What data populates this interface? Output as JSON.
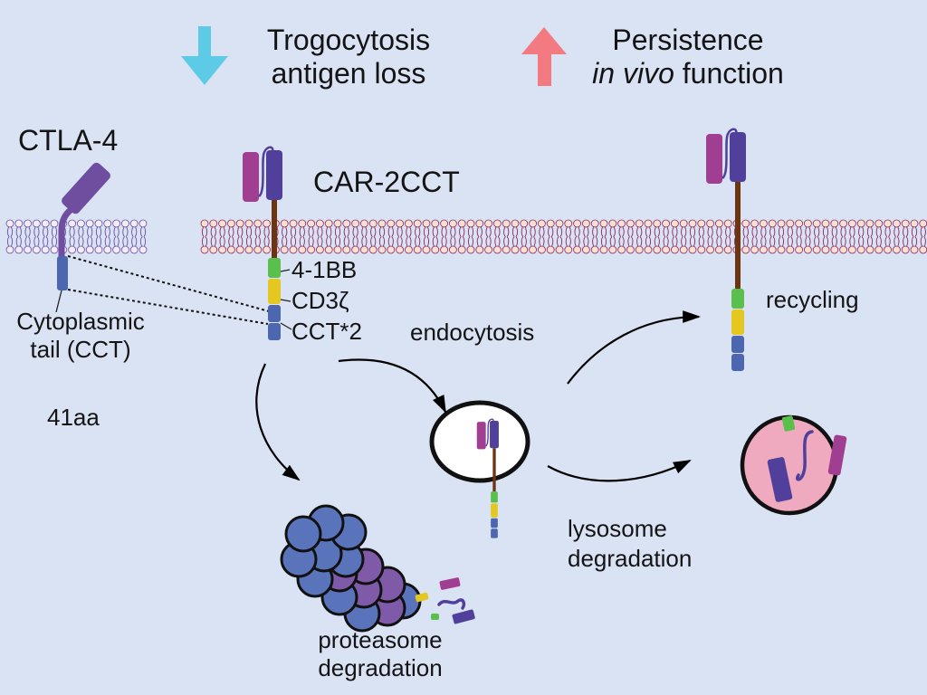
{
  "legend": {
    "decrease": {
      "icon": "down-arrow-icon",
      "color": "#5ecbe6",
      "line1": "Trogocytosis",
      "line2": "antigen loss"
    },
    "increase": {
      "icon": "up-arrow-icon",
      "color": "#f27a80",
      "line1": "Persistence",
      "line2_italic": "in vivo",
      "line2_rest": " function"
    }
  },
  "ctla4": {
    "title": "CTLA-4",
    "tail_label_line1": "Cytoplasmic",
    "tail_label_line2": "tail (CCT)",
    "length": "41aa"
  },
  "car": {
    "title": "CAR-2CCT",
    "domains": [
      "4-1BB",
      "CD3ζ",
      "CCT*2"
    ]
  },
  "pathways": {
    "endocytosis": "endocytosis",
    "recycling": "recycling",
    "lysosome_line1": "lysosome",
    "lysosome_line2": "degradation",
    "proteasome_line1": "proteasome",
    "proteasome_line2": "degradation"
  },
  "colors": {
    "background": "#d9e3f4",
    "scfv_light": "#a03f92",
    "scfv_heavy": "#51409b",
    "hinge": "#6b3412",
    "bb41": "#5bbf4e",
    "cd3z": "#e4c821",
    "cct": "#4c66b0",
    "ctla4": "#6f4ea0",
    "lysosome": "#f0aabf",
    "proteasome_outer": "#5a74bb",
    "proteasome_inner": "#7f5aa8",
    "membrane_pink_head": "#fbe0d2",
    "membrane_pink_line": "#8a2a5e",
    "membrane_gray_head": "#f2ecf5",
    "membrane_gray_line": "#6a4ea3"
  }
}
